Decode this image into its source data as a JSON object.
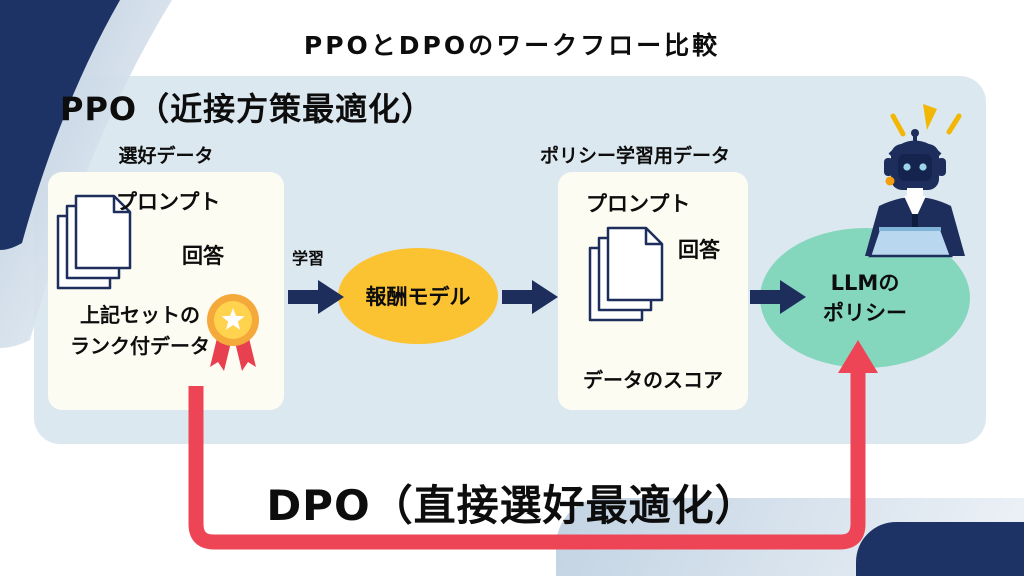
{
  "title": "PPOとDPOのワークフロー比較",
  "ppo": {
    "heading": "PPO（近接方策最適化）",
    "preference": {
      "label": "選好データ",
      "prompt": "プロンプト",
      "answer": "回答",
      "ranked1": "上記セットの",
      "ranked2": "ランク付データ"
    },
    "learn": "学習",
    "reward_model": "報酬モデル",
    "policy": {
      "label": "ポリシー学習用データ",
      "prompt": "プロンプト",
      "answer": "回答",
      "score": "データのスコア"
    },
    "llm1": "LLMの",
    "llm2": "ポリシー"
  },
  "dpo_heading": "DPO（直接選好最適化）",
  "icons": {
    "document_stack": "document-stack-icon",
    "medal": "medal-ribbon-icon",
    "robot": "robot-worker-icon",
    "sparkles": "sparkle-icon",
    "flow_arrow": "arrow-right-icon",
    "dpo_arrow": "dpo-path-arrow-icon"
  },
  "colors": {
    "panel_bg": "#dce8f0",
    "box_bg": "#fdfcf2",
    "navy": "#1d2d5c",
    "corner_navy": "#1d3365",
    "yellow": "#fbc231",
    "teal": "#84d7bd",
    "red": "#ee4556",
    "gold": "#f5a93b",
    "text": "#0d0d0d"
  }
}
